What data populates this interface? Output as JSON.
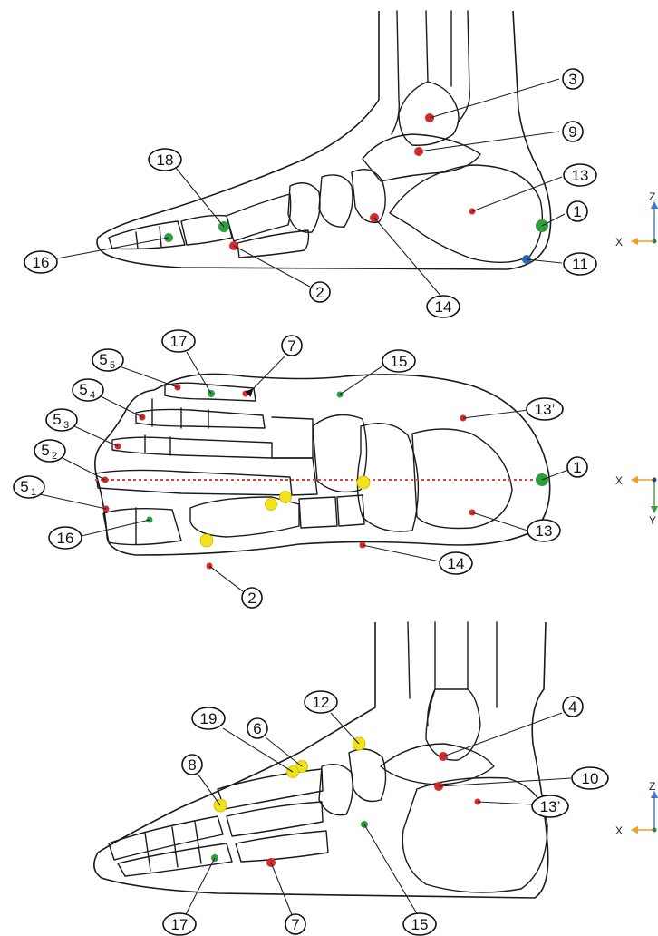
{
  "colors": {
    "red": "#d42a2a",
    "green": "#2e9e3e",
    "blue": "#2f63b8",
    "yellow": "#f2e21a",
    "axis_blue": "#3a78d8",
    "axis_orange": "#f0a020",
    "axis_green": "#3a9e3a",
    "midline": "#e04040"
  },
  "views": {
    "lateral": {
      "labels": {
        "l1": "1",
        "l2": "2",
        "l3": "3",
        "l9": "9",
        "l11": "11",
        "l13": "13",
        "l14": "14",
        "l16": "16",
        "l18": "18"
      },
      "axes": {
        "vertical": "Z",
        "horizontal": "X"
      }
    },
    "plantar": {
      "labels": {
        "l1": "1",
        "l2": "2",
        "l7": "7",
        "l13": "13",
        "l13p": "13’",
        "l14": "14",
        "l15": "15",
        "l16": "16",
        "l17": "17",
        "l51": "5",
        "l51s": "1",
        "l52": "5",
        "l52s": "2",
        "l53": "5",
        "l53s": "3",
        "l54": "5",
        "l54s": "4",
        "l55": "5",
        "l55s": "5"
      },
      "axes": {
        "horizontal": "X",
        "vertical": "Y"
      }
    },
    "medial": {
      "labels": {
        "l4": "4",
        "l6": "6",
        "l7": "7",
        "l8": "8",
        "l10": "10",
        "l12": "12",
        "l13p": "13’",
        "l15": "15",
        "l17": "17",
        "l19": "19"
      },
      "axes": {
        "vertical": "Z",
        "horizontal": "X"
      }
    }
  }
}
